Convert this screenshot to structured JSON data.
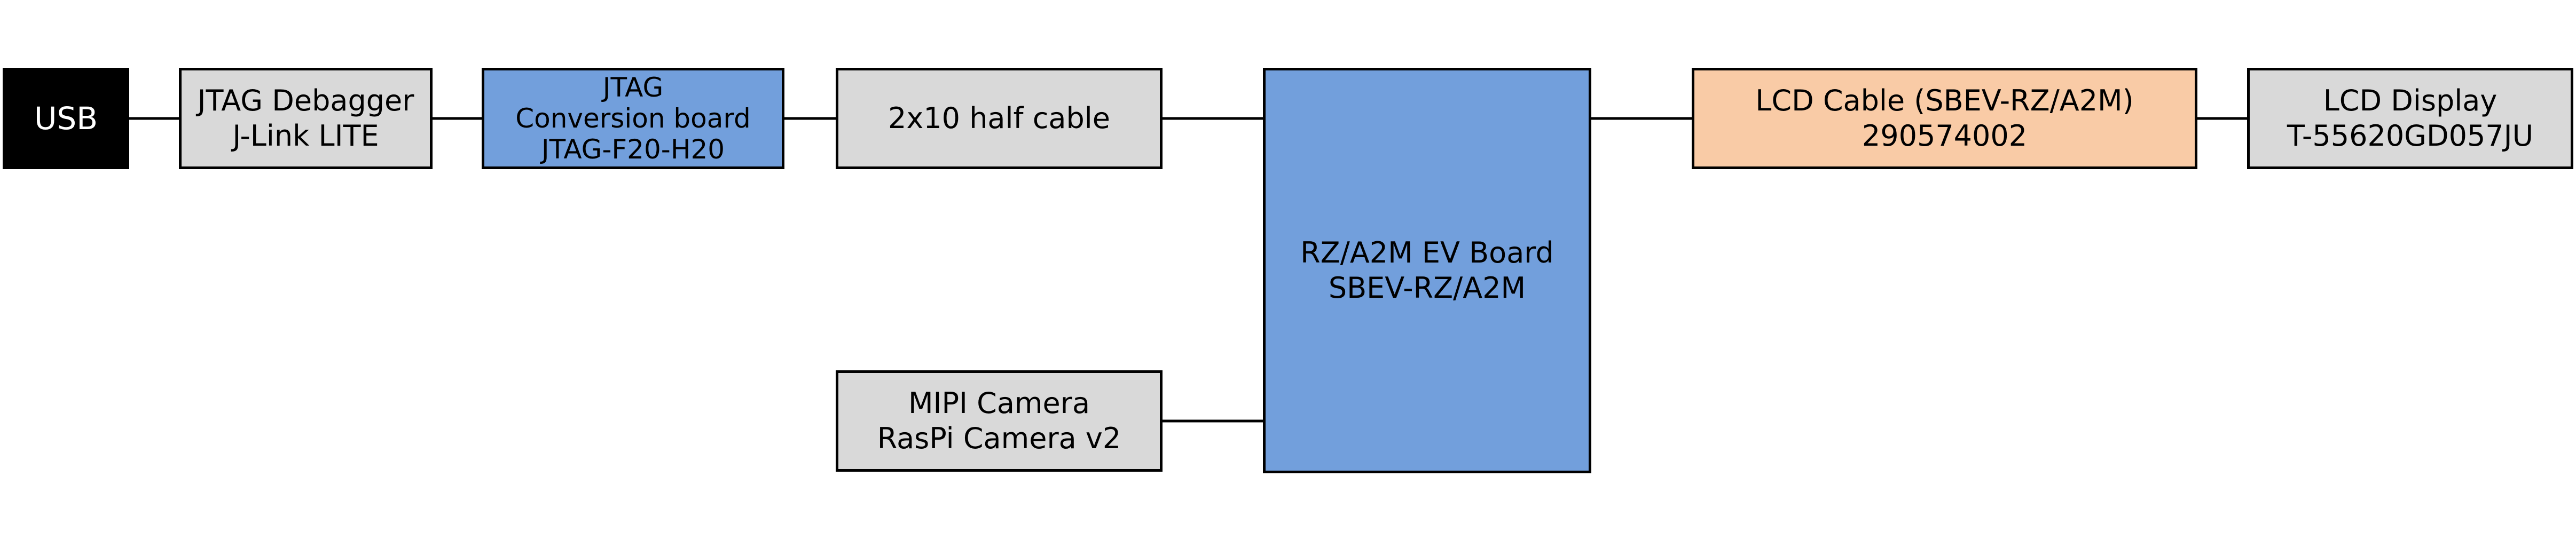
{
  "colors": {
    "black_fill": "#000000",
    "gray_fill": "#d9d9d9",
    "blue_fill": "#729fdc",
    "peach_fill": "#f9cba6",
    "line": "#000000"
  },
  "boxes": {
    "usb": {
      "lines": [
        "USB"
      ],
      "fill": "#000000",
      "text_color": "#ffffff"
    },
    "jtag_debugger": {
      "lines": [
        "JTAG Debagger",
        "J-Link LITE"
      ],
      "fill": "#d9d9d9",
      "text_color": "#000000"
    },
    "jtag_conversion": {
      "lines": [
        "JTAG",
        "Conversion board",
        "JTAG-F20-H20"
      ],
      "fill": "#729fdc",
      "text_color": "#000000"
    },
    "half_cable": {
      "lines": [
        "2x10 half cable"
      ],
      "fill": "#d9d9d9",
      "text_color": "#000000"
    },
    "rz_board": {
      "lines": [
        "RZ/A2M EV Board",
        "SBEV-RZ/A2M"
      ],
      "fill": "#729fdc",
      "text_color": "#000000"
    },
    "lcd_cable": {
      "lines": [
        "LCD Cable (SBEV-RZ/A2M)",
        "290574002"
      ],
      "fill": "#f9cba6",
      "text_color": "#000000"
    },
    "lcd_display": {
      "lines": [
        "LCD Display",
        "T-55620GD057JU"
      ],
      "fill": "#d9d9d9",
      "text_color": "#000000"
    },
    "mipi_camera": {
      "lines": [
        "MIPI Camera",
        "RasPi Camera v2"
      ],
      "fill": "#d9d9d9",
      "text_color": "#000000"
    }
  }
}
